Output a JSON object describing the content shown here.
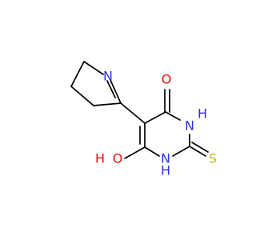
{
  "molecule": {
    "atoms": {
      "n_pyrroline": "N",
      "o_top": "O",
      "nh_right": "N",
      "h_nh_right": "H",
      "nh_bottom": "N",
      "h_nh_bottom": "H",
      "s_thione": "S",
      "o_hydroxy": "O",
      "h_hydroxy": "H"
    },
    "colors": {
      "bond": "#000000",
      "nitrogen": "#2e2ef0",
      "oxygen": "#e8120c",
      "sulfur": "#c9b21b"
    }
  }
}
